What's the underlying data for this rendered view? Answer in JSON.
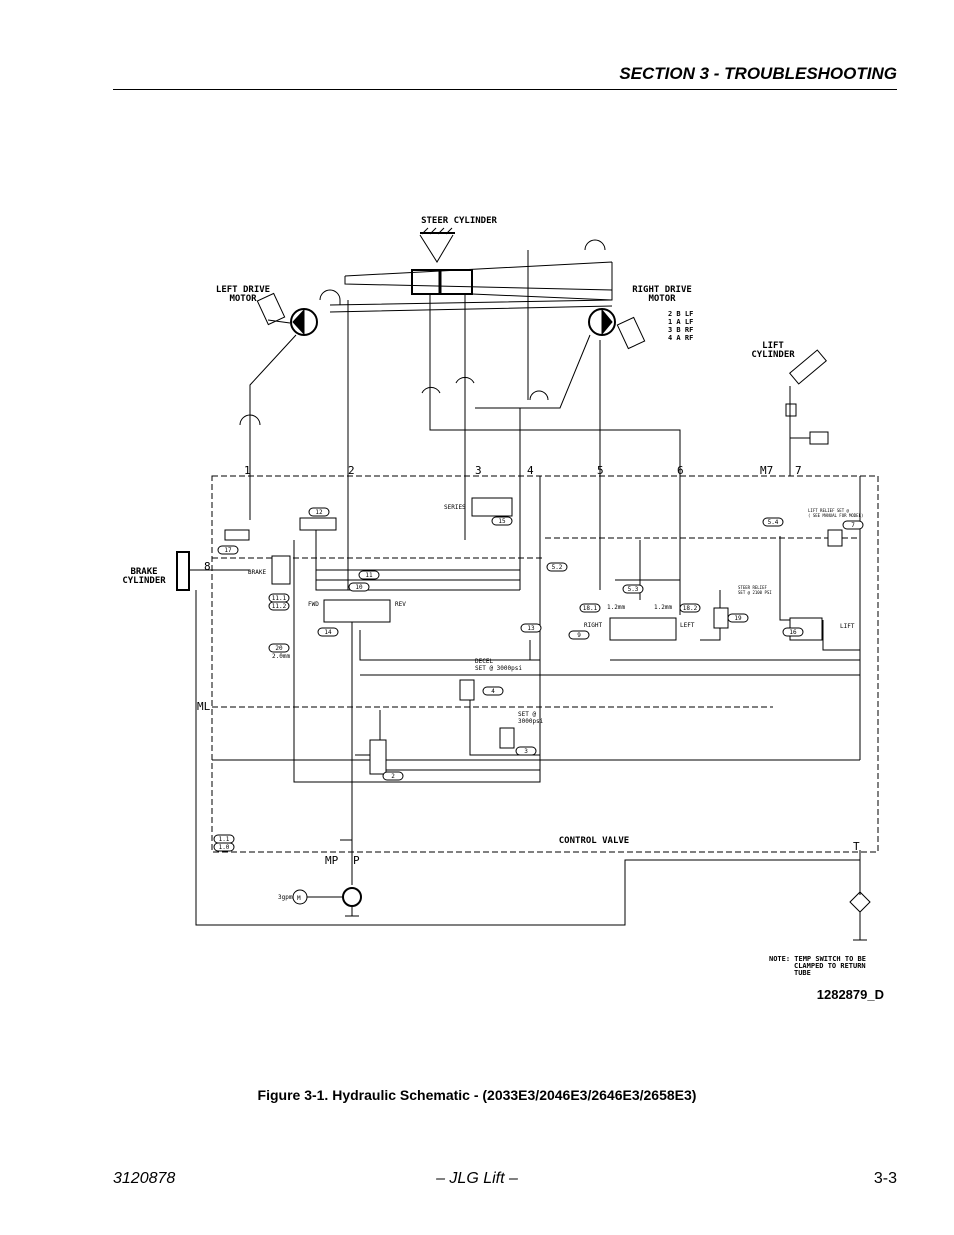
{
  "header": {
    "section_title": "SECTION 3 - TROUBLESHOOTING"
  },
  "schematic": {
    "steer_cylinder": "STEER CYLINDER",
    "left_drive_motor_1": "LEFT DRIVE",
    "left_drive_motor_2": "MOTOR",
    "right_drive_motor_1": "RIGHT DRIVE",
    "right_drive_motor_2": "MOTOR",
    "port_list": [
      "2 B LF",
      "1 A LF",
      "3 B RF",
      "4 A RF"
    ],
    "lift_cylinder_1": "LIFT",
    "lift_cylinder_2": "CYLINDER",
    "brake_cylinder_1": "BRAKE",
    "brake_cylinder_2": "CYLINDER",
    "ports": [
      "1",
      "2",
      "3",
      "4",
      "5",
      "6",
      "M7",
      "7",
      "8",
      "ML",
      "MP",
      "P",
      "T"
    ],
    "series": "SERIES",
    "brake": "BRAKE",
    "fwd": "FWD",
    "rev": "REV",
    "right": "RIGHT",
    "left": "LEFT",
    "lift": "LIFT",
    "decel_1": "DECEL",
    "decel_2": "SET @ 3000psi",
    "set_1": "SET @",
    "set_2": "3000psi",
    "steer_relief_1": "STEER RELIEF",
    "steer_relief_2": "SET @ 2100 PSI",
    "lift_relief_1": "LIFT RELIEF SET @",
    "lift_relief_2": "( SEE MANUAL FOR MODEL)",
    "orifice_left": "1.2mm",
    "orifice_right": "1.2mm",
    "orifice_20": "2.0mm",
    "control_valve": "CONTROL VALVE",
    "pump_rate": "3gpm",
    "motor_letter": "M",
    "note_1": "NOTE:  TEMP SWITCH TO BE",
    "note_2": "CLAMPED TO RETURN",
    "note_3": "TUBE",
    "drawing_number": "1282879_D",
    "callouts": [
      "12",
      "17",
      "15",
      "11",
      "10",
      "5.2",
      "5.4",
      "7",
      "13",
      "18.1",
      "18.2",
      "5.3",
      "19",
      "9",
      "16",
      "14",
      "20",
      "4",
      "3",
      "2",
      "1.1",
      "1.0",
      "11.1",
      "11.2"
    ]
  },
  "caption": "Figure 3-1.  Hydraulic Schematic - (2033E3/2046E3/2646E3/2658E3)",
  "footer": {
    "doc_number": "3120878",
    "publisher": "– JLG Lift –",
    "page_number": "3-3"
  }
}
